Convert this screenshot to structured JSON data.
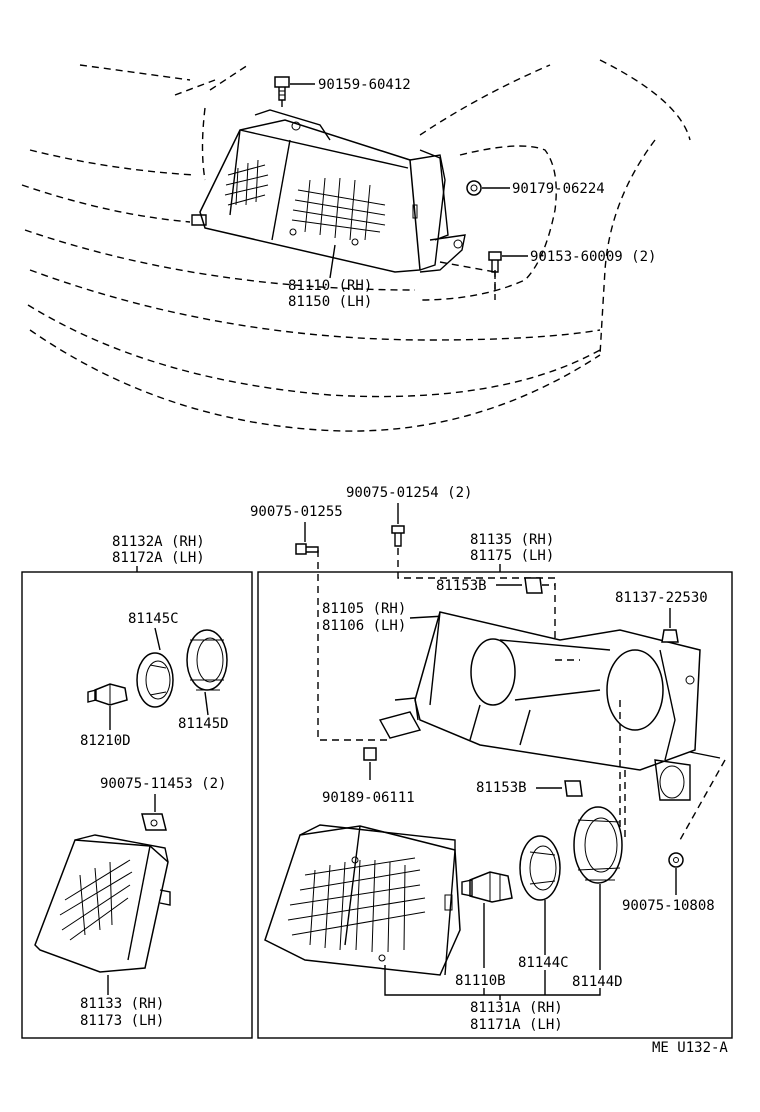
{
  "labels": {
    "top_bolt": "90159-60412",
    "top_nut": "90179-06224",
    "top_screw": "90153-60009 (2)",
    "headlamp_rh": "81110 (RH)",
    "headlamp_lh": "81150 (LH)",
    "screw_2": "90075-01254 (2)",
    "screw_1": "90075-01255",
    "left_box_rh": "81132A (RH)",
    "left_box_lh": "81172A (LH)",
    "right_box_rh": "81135 (RH)",
    "right_box_lh": "81175 (LH)",
    "clip_top": "81153B",
    "bracket_rh": "81105 (RH)",
    "bracket_lh": "81106 (LH)",
    "adjuster": "81137-22530",
    "socket_c_left": "81145C",
    "socket_d_left": "81145D",
    "bulb_left": "81210D",
    "screw_3": "90075-11453 (2)",
    "nut_bottom": "90189-06111",
    "clip_bottom": "81153B",
    "nut_right": "90075-10808",
    "bulb_right": "81110B",
    "socket_c_right": "81144C",
    "socket_d_right": "81144D",
    "corner_rh": "81133 (RH)",
    "corner_lh": "81173 (LH)",
    "unit_rh": "81131A (RH)",
    "unit_lh": "81171A (LH)",
    "code": "ME U132-A"
  }
}
